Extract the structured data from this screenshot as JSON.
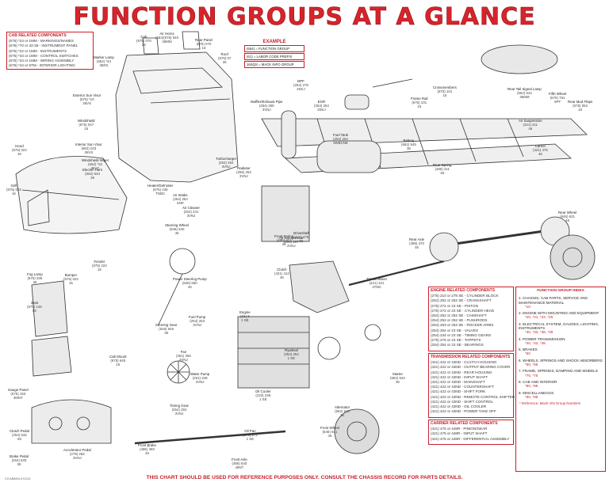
{
  "title": "FUNCTION GROUPS AT A GLANCE",
  "cab_box": {
    "title": "CAB RELATED COMPONENTS",
    "lines": [
      "(675) *24 or 1MM - MARKINGS/NAMES",
      "(676) *70 or 32-36 - INSTRUMENT PANEL",
      "(675) *22 or 1MM - INSTRUMENTS",
      "(675) *33 or 1MM - CONTROL SWITCHES",
      "(675) *34 or 1MM - WIRING ASSEMBLY",
      "(676) *44 or 5TM - INTERIOR LIGHTING"
    ]
  },
  "example": {
    "title": "EXAMPLE",
    "rows": [
      "(654) = FUNCTION GROUP",
      "(61) = LABOR CODE PREFIX",
      "16SQS = MACK INFO GROUP"
    ]
  },
  "labels": [
    {
      "name": "Cab",
      "value": "(675) 070",
      "code": "26"
    },
    {
      "name": "Air Horns",
      "value": "(662)(675) 540",
      "code": "36MM"
    },
    {
      "name": "Marker Lamp",
      "value": "(662) *44",
      "code": "36RS"
    },
    {
      "name": "Rear Panel",
      "value": "(675) 070",
      "code": "16"
    },
    {
      "name": "Roof",
      "value": "(675) 07",
      "code": "26"
    },
    {
      "name": "Exterior Sun Visor",
      "value": "(675) *10",
      "code": "36VS"
    },
    {
      "name": "Windshield",
      "value": "(675) 047",
      "code": "16"
    },
    {
      "name": "Interior Sun Visor",
      "value": "(662) 043",
      "code": "36VS"
    },
    {
      "name": "Windshield Wiper",
      "value": "(662) *22",
      "code": "36VC"
    },
    {
      "name": "Hood",
      "value": "(675) 022",
      "code": "16"
    },
    {
      "name": "Grill",
      "value": "(675) 022",
      "code": "16"
    },
    {
      "name": "Electric Horn",
      "value": "(662) 543",
      "code": "36"
    },
    {
      "name": "Heater/Defroster",
      "value": "(675) 435",
      "code": "TNBC"
    },
    {
      "name": "Air Intake",
      "value": "(254) 254",
      "code": "6NP"
    },
    {
      "name": "Air Cleaner",
      "value": "(254) 241",
      "code": "3VNJ"
    },
    {
      "name": "Steering Wheel",
      "value": "(646) 640",
      "code": "46"
    },
    {
      "name": "Fender",
      "value": "(675) 222",
      "code": "16"
    },
    {
      "name": "Bumper",
      "value": "(675) 022",
      "code": "16"
    },
    {
      "name": "Fog Lamp",
      "value": "(675) 035",
      "code": "36"
    },
    {
      "name": "Seat",
      "value": "(675) 145",
      "code": "56"
    },
    {
      "name": "Gauge Panel",
      "value": "(675) 153",
      "code": "36INT"
    },
    {
      "name": "Clutch Pedal",
      "value": "(254) 532",
      "code": "56"
    },
    {
      "name": "Brake Pedal",
      "value": "(254) 533",
      "code": "36"
    },
    {
      "name": "Accelerator Pedal",
      "value": "(279) 282",
      "code": "3VNJ"
    },
    {
      "name": "Cab Mount",
      "value": "(675) 645",
      "code": "16"
    },
    {
      "name": "Fan",
      "value": "(251) 256",
      "code": "3VNJ"
    },
    {
      "name": "Water Pump",
      "value": "(251) 248",
      "code": "3VNJ"
    },
    {
      "name": "Fuel Pump",
      "value": "(254) 253",
      "code": "3VNJ"
    },
    {
      "name": "Engine",
      "value": "(21) 2",
      "code": "1 SE"
    },
    {
      "name": "Timing Gear",
      "value": "(254) 252",
      "code": "3VNJ"
    },
    {
      "name": "Oil Cooler",
      "value": "(233) 238",
      "code": "1 SE"
    },
    {
      "name": "Oil Pan",
      "value": "(275) 272",
      "code": "1 SE"
    },
    {
      "name": "Front Axle",
      "value": "(485) 540",
      "code": "46NT"
    },
    {
      "name": "Front Brake",
      "value": "(485) 483",
      "code": "46"
    },
    {
      "name": "Steering Gear",
      "value": "(646) 646",
      "code": "36"
    },
    {
      "name": "DPF",
      "value": "(254) 278",
      "code": "3SKJ"
    },
    {
      "name": "EGR",
      "value": "(254) 264",
      "code": "3SKJ"
    },
    {
      "name": "Muffler/Exhaust Pipe",
      "value": "(254) 269",
      "code": "3VNJ"
    },
    {
      "name": "Turbocharger",
      "value": "(254) 254",
      "code": "3VNJ"
    },
    {
      "name": "Crossmembers",
      "value": "(675) 101",
      "code": "16"
    },
    {
      "name": "Frame Rail",
      "value": "(675) 101",
      "code": "16"
    },
    {
      "name": "Fifth Wheel",
      "value": "(675) 761",
      "code": "5PF"
    },
    {
      "name": "Rear Tail Signal Lamp",
      "value": "(662) 542",
      "code": "36MM"
    },
    {
      "name": "Rear Mud Flaps",
      "value": "(675) 052",
      "code": "16"
    },
    {
      "name": "Fuel Tank",
      "value": "(254) 254",
      "code": "3WBCNE"
    },
    {
      "name": "Battery",
      "value": "(662) 545",
      "code": "36"
    },
    {
      "name": "Transmission",
      "value": "(421) 421",
      "code": "47ND"
    },
    {
      "name": "Clutch",
      "value": "(421) 412",
      "code": "46"
    },
    {
      "name": "Driveshaft",
      "value": "(421) 475",
      "code": "56"
    },
    {
      "name": "Rear Axle",
      "value": "(485) 470",
      "code": "46"
    },
    {
      "name": "Rear Spring",
      "value": "(485) 411",
      "code": "46"
    },
    {
      "name": "Rear Wheel",
      "value": "(646) 621",
      "code": "46"
    },
    {
      "name": "Air Suspension",
      "value": "(421) 411",
      "code": "46"
    },
    {
      "name": "Carrier",
      "value": "(421) 475",
      "code": "46"
    },
    {
      "name": "Alternator",
      "value": "(662) 542",
      "code": "36"
    },
    {
      "name": "Starter",
      "value": "(662) 543",
      "code": "36"
    },
    {
      "name": "Flywheel",
      "value": "(254) 252",
      "code": "1 SE"
    },
    {
      "name": "Front Wheel",
      "value": "(646) 641",
      "code": "46"
    },
    {
      "name": "Air Compressor",
      "value": "(254) 267",
      "code": "3VNJ"
    },
    {
      "name": "Radiator",
      "value": "(255) 252",
      "code": "3VNJ"
    },
    {
      "name": "Power Steering Pump",
      "value": "(646) 650",
      "code": "46"
    },
    {
      "name": "Front Spring",
      "value": "(485) 411",
      "code": "46"
    }
  ],
  "groups": {
    "title": "FUNCTION GROUP INDEX",
    "items": [
      {
        "label": "1. CHASSIS, CAB PARTS, SERVICE AND MAINTENANCE MATERIAL",
        "sub": "*10"
      },
      {
        "label": "2. ENGINE WITH MOUNTING AND EQUIPMENT",
        "sub": "*20, *21, *22, *25"
      },
      {
        "label": "3. ELECTRICAL SYSTEM, GAUGES, LIGHTING, INSTRUMENTS",
        "sub": "*30, *33, *36, *38"
      },
      {
        "label": "4. POWER TRANSMISSION",
        "sub": "*40, *42, *45"
      },
      {
        "label": "5. BRAKES",
        "sub": "*50"
      },
      {
        "label": "6. WHEELS, SPRINGS AND SHOCK ABSORBERS",
        "sub": "*60, *65"
      },
      {
        "label": "7. FRAME, SPRINGS, DAMPING AND WHEELS",
        "sub": "*70, *75"
      },
      {
        "label": "8. CAB AND INTERIOR",
        "sub": "*80, *85"
      },
      {
        "label": "9. MISCELLANEOUS",
        "sub": "*90, *95"
      }
    ],
    "reference": "* Reference: Mack VIN Group Numbers"
  },
  "engine_box": {
    "title": "ENGINE RELATED COMPONENTS",
    "lines": [
      "(275) 210 or 278 SE - CYLINDER BLOCK",
      "(254) 252 or 252 SE - CRANKSHAFT",
      "(275) 272 or 23 SE - PISTON",
      "(275) 272 or 23 SE - CYLINDER HEAD",
      "(254) 252 or 252 SE - CAMSHAFT",
      "(254) 252 or 252 SE - PUSHRODS",
      "(254) 253 or 253 SE - ROCKER ARMS",
      "(254) 254 or 23 SE - VALVES",
      "(254) 234 or 23 SE - TIMING GEARS",
      "(275) 276 or 23 SE - TAPPETS",
      "(254) 254 or 23 SE - BEARINGS"
    ]
  },
  "trans_box": {
    "title": "TRANSMISSION RELATED COMPONENTS",
    "lines": [
      "(421) 422 or 43ND - CLUTCH HOUSING",
      "(421) 422 or 43ND - OUTPUT BEARING COVER",
      "(421) 422 or 43ND - REAR HOUSING",
      "(421) 422 or 43ND - INPUT SHAFT",
      "(421) 422 or 43ND - MAINSHAFT",
      "(421) 422 or 43ND - COUNTERSHAFT",
      "(421) 422 or 43ND - SHIFT FORK",
      "(421) 422 or 43ND - REMOTE CONTROL SHIFTER",
      "(421) 422 or 43ND - SHIFT CONTROL",
      "(421) 422 or 43ND - OIL COOLER",
      "(421) 422 or 43ND - POWER TAKE OFF"
    ]
  },
  "carrier_box": {
    "title": "CARRIER RELATED COMPONENTS",
    "lines": [
      "(421) 475 or 448R - PINION/GEAR",
      "(421) 475 or 448R - INPUT SHAFT",
      "(421) 475 or 448R - DIFFERENTIAL ASSEMBLY"
    ]
  },
  "footer": "THIS CHART SHOULD BE USED FOR REFERENCE PURPOSES ONLY. CONSULT THE CHASSIS RECORD FOR PARTS DETAILS.",
  "doc_code": "CO-MMAN-3 01/12",
  "colors": {
    "title": "#d8232a",
    "box_border": "#c8202a",
    "line_art": "#333333"
  }
}
